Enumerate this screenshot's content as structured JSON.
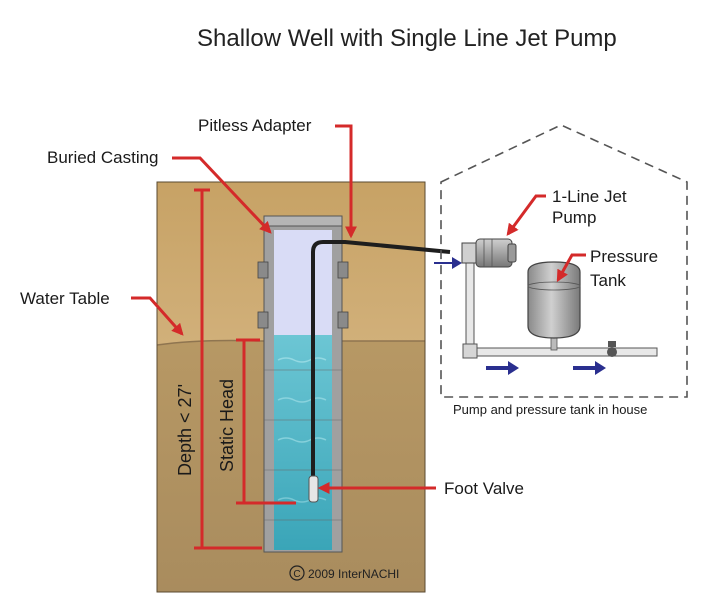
{
  "diagram": {
    "title": "Shallow Well with Single Line Jet Pump",
    "labels": {
      "pitless_adapter": "Pitless Adapter",
      "buried_casting": "Buried Casting",
      "water_table": "Water Table",
      "jet_pump_line1": "1-Line Jet",
      "jet_pump_line2": "Pump",
      "pressure_tank_line1": "Pressure",
      "pressure_tank_line2": "Tank",
      "foot_valve": "Foot Valve",
      "depth": "Depth < 27'",
      "static_head": "Static Head",
      "house_caption": "Pump and pressure tank in house",
      "copyright": "2009  InterNACHI"
    },
    "colors": {
      "soil_upper": "#c9a46a",
      "soil_lower": "#b99a68",
      "water": "#4fb6c6",
      "casing_air": "#d9dcf6",
      "casing": "#9a9a9a",
      "callout": "#d42a2a",
      "flow_arrow": "#2a2f8f",
      "pipe": "#1e1e1e"
    }
  }
}
